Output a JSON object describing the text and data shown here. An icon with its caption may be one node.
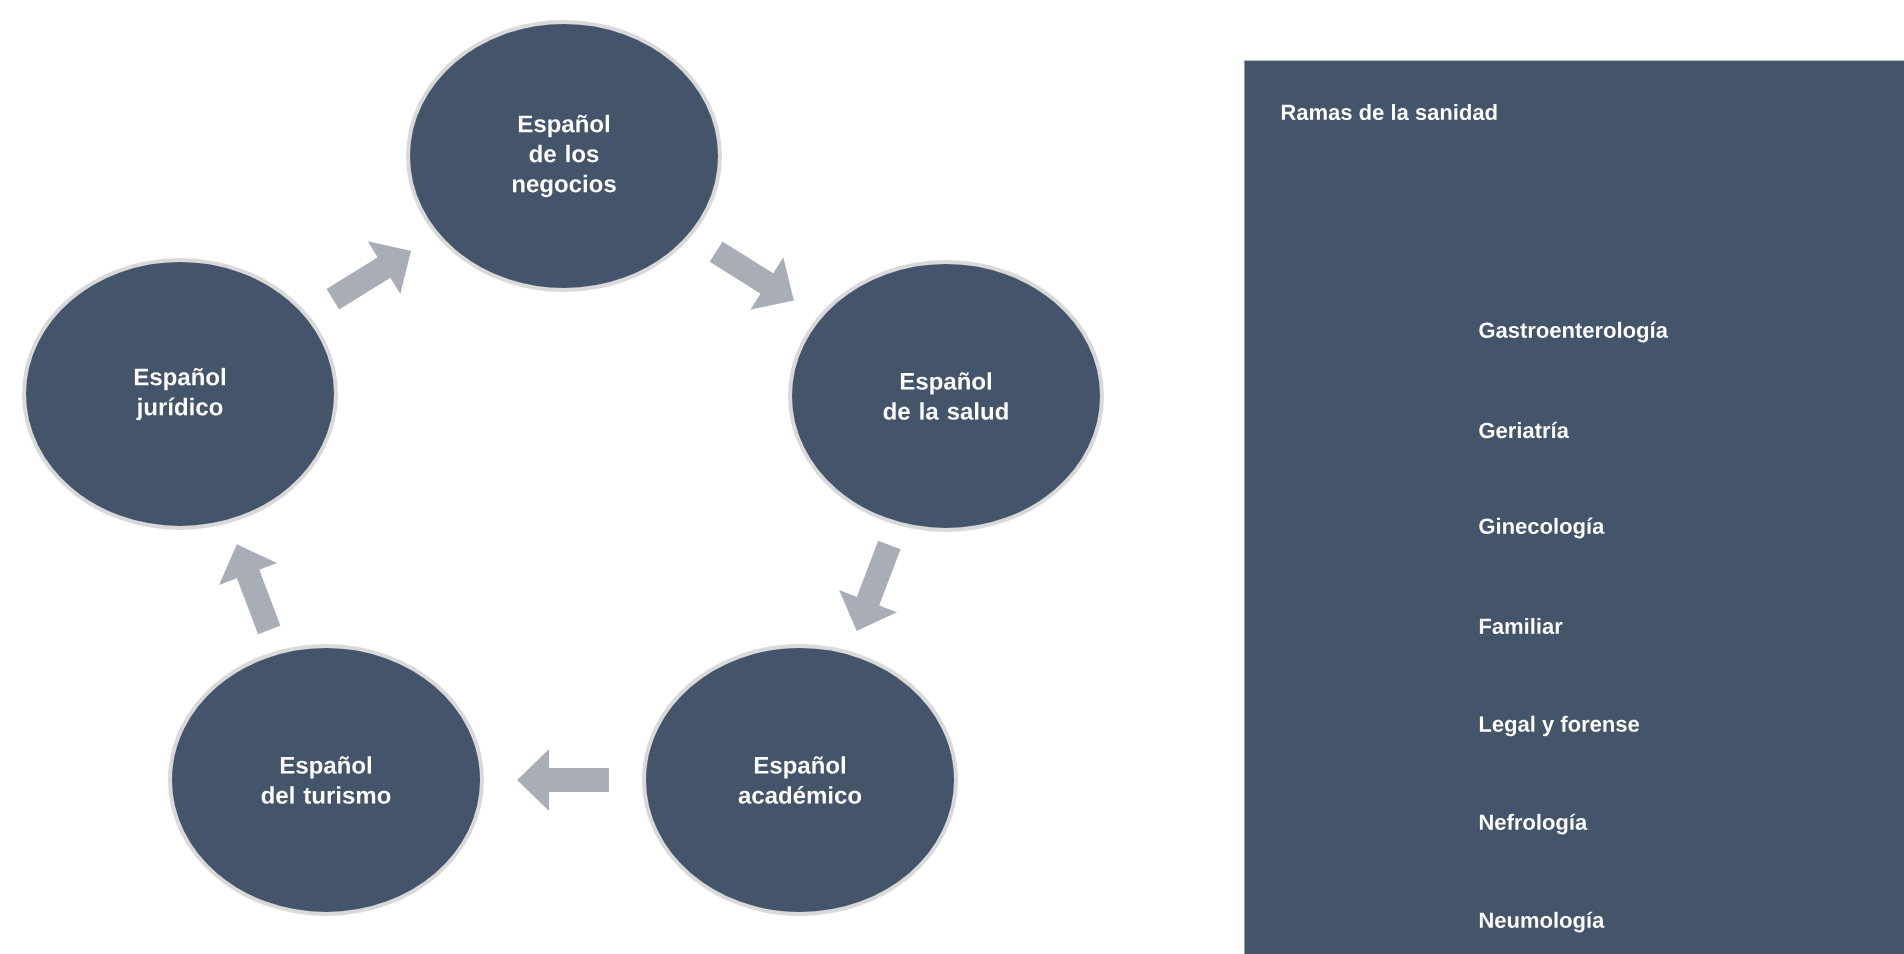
{
  "diagram": {
    "nodes": [
      {
        "text": [
          "Español de los negocios"
        ]
      },
      {
        "text": [
          "Español de la salud"
        ]
      },
      {
        "text": [
          "Español académico"
        ]
      },
      {
        "text": [
          "Español del turismo"
        ]
      },
      {
        "text": [
          "Español jurídico"
        ]
      },
      {
        "text": [
          "Ramas de la sanidad",
          "Gastroenterología",
          "Geriatría",
          "Ginecología",
          "Familiar",
          "Legal y forense",
          "Nefrología",
          "Neumología"
        ]
      }
    ],
    "edges": [
      {
        "from": 0,
        "to": 1,
        "arrow": "to"
      },
      {
        "from": 1,
        "to": 2,
        "arrow": "to"
      },
      {
        "from": 2,
        "to": 3,
        "arrow": "to"
      },
      {
        "from": 3,
        "to": 4,
        "arrow": "to"
      },
      {
        "from": 4,
        "to": 0,
        "arrow": "to"
      }
    ]
  }
}
